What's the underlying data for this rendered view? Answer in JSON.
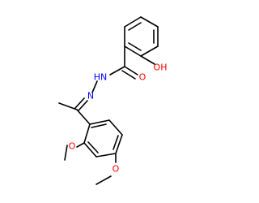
{
  "molecule": {
    "atoms": [
      {
        "id": "o_hydroxyl",
        "label": "OH",
        "color": "#ff0000"
      },
      {
        "id": "o_carbonyl",
        "label": "O",
        "color": "#ff0000"
      },
      {
        "id": "n_amide",
        "label": "HN",
        "color": "#0000ff"
      },
      {
        "id": "n_imine",
        "label": "N",
        "color": "#0000ff"
      },
      {
        "id": "o_methoxy_2",
        "label": "O",
        "color": "#ff0000"
      },
      {
        "id": "o_methoxy_4",
        "label": "O",
        "color": "#ff0000"
      }
    ],
    "bond_color": "#000000"
  }
}
